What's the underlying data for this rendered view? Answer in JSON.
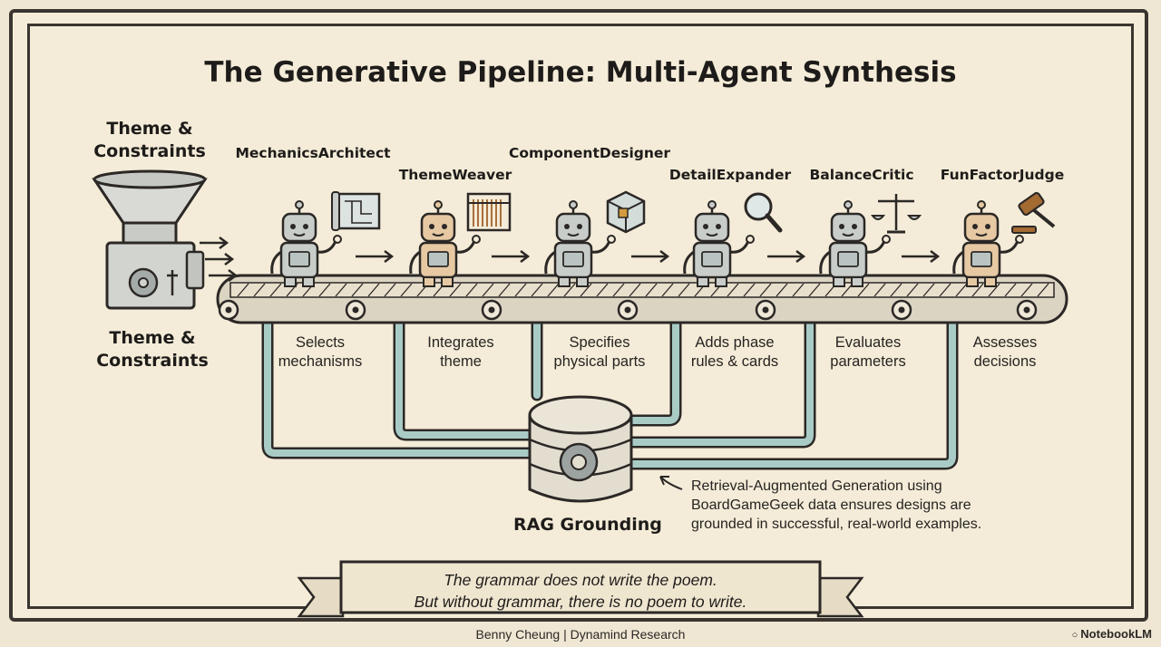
{
  "title": "The Generative Pipeline: Multi-Agent Synthesis",
  "input": {
    "label_top": "Theme &\nConstraints",
    "label_bottom": "Theme &\nConstraints",
    "icon": "hopper-machine-icon"
  },
  "agents": [
    {
      "name": "MechanicsArchitect",
      "desc": "Selects\nmechanisms",
      "tool_icon": "blueprint-icon",
      "color": "#c9cdca"
    },
    {
      "name": "ThemeWeaver",
      "desc": "Integrates\ntheme",
      "tool_icon": "loom-icon",
      "color": "#e6c9a3"
    },
    {
      "name": "ComponentDesigner",
      "desc": "Specifies\nphysical parts",
      "tool_icon": "cube-icon",
      "color": "#c9cdca"
    },
    {
      "name": "DetailExpander",
      "desc": "Adds phase\nrules & cards",
      "tool_icon": "magnifier-icon",
      "color": "#c9cdca"
    },
    {
      "name": "BalanceCritic",
      "desc": "Evaluates\nparameters",
      "tool_icon": "scales-icon",
      "color": "#c9cdca"
    },
    {
      "name": "FunFactorJudge",
      "desc": "Assesses\ndecisions",
      "tool_icon": "gavel-icon",
      "color": "#e6c9a3"
    }
  ],
  "rag": {
    "title": "RAG Grounding",
    "note": "Retrieval-Augmented Generation using\nBoardGameGeek data ensures designs are\ngrounded in successful, real-world examples.",
    "icon": "database-gear-icon"
  },
  "quote": "The grammar does not write the poem.\nBut without grammar, there is no poem to write.",
  "footer": {
    "credit": "Benny Cheung | Dynamind Research",
    "brand": "NotebookLM"
  },
  "colors": {
    "ink": "#1e1c1a",
    "paper": "#f4ecd8",
    "pipe": "#a9cbc6",
    "robot_gray": "#c9cdca",
    "robot_tan": "#e6c9a3",
    "gold": "#d39a3e"
  }
}
